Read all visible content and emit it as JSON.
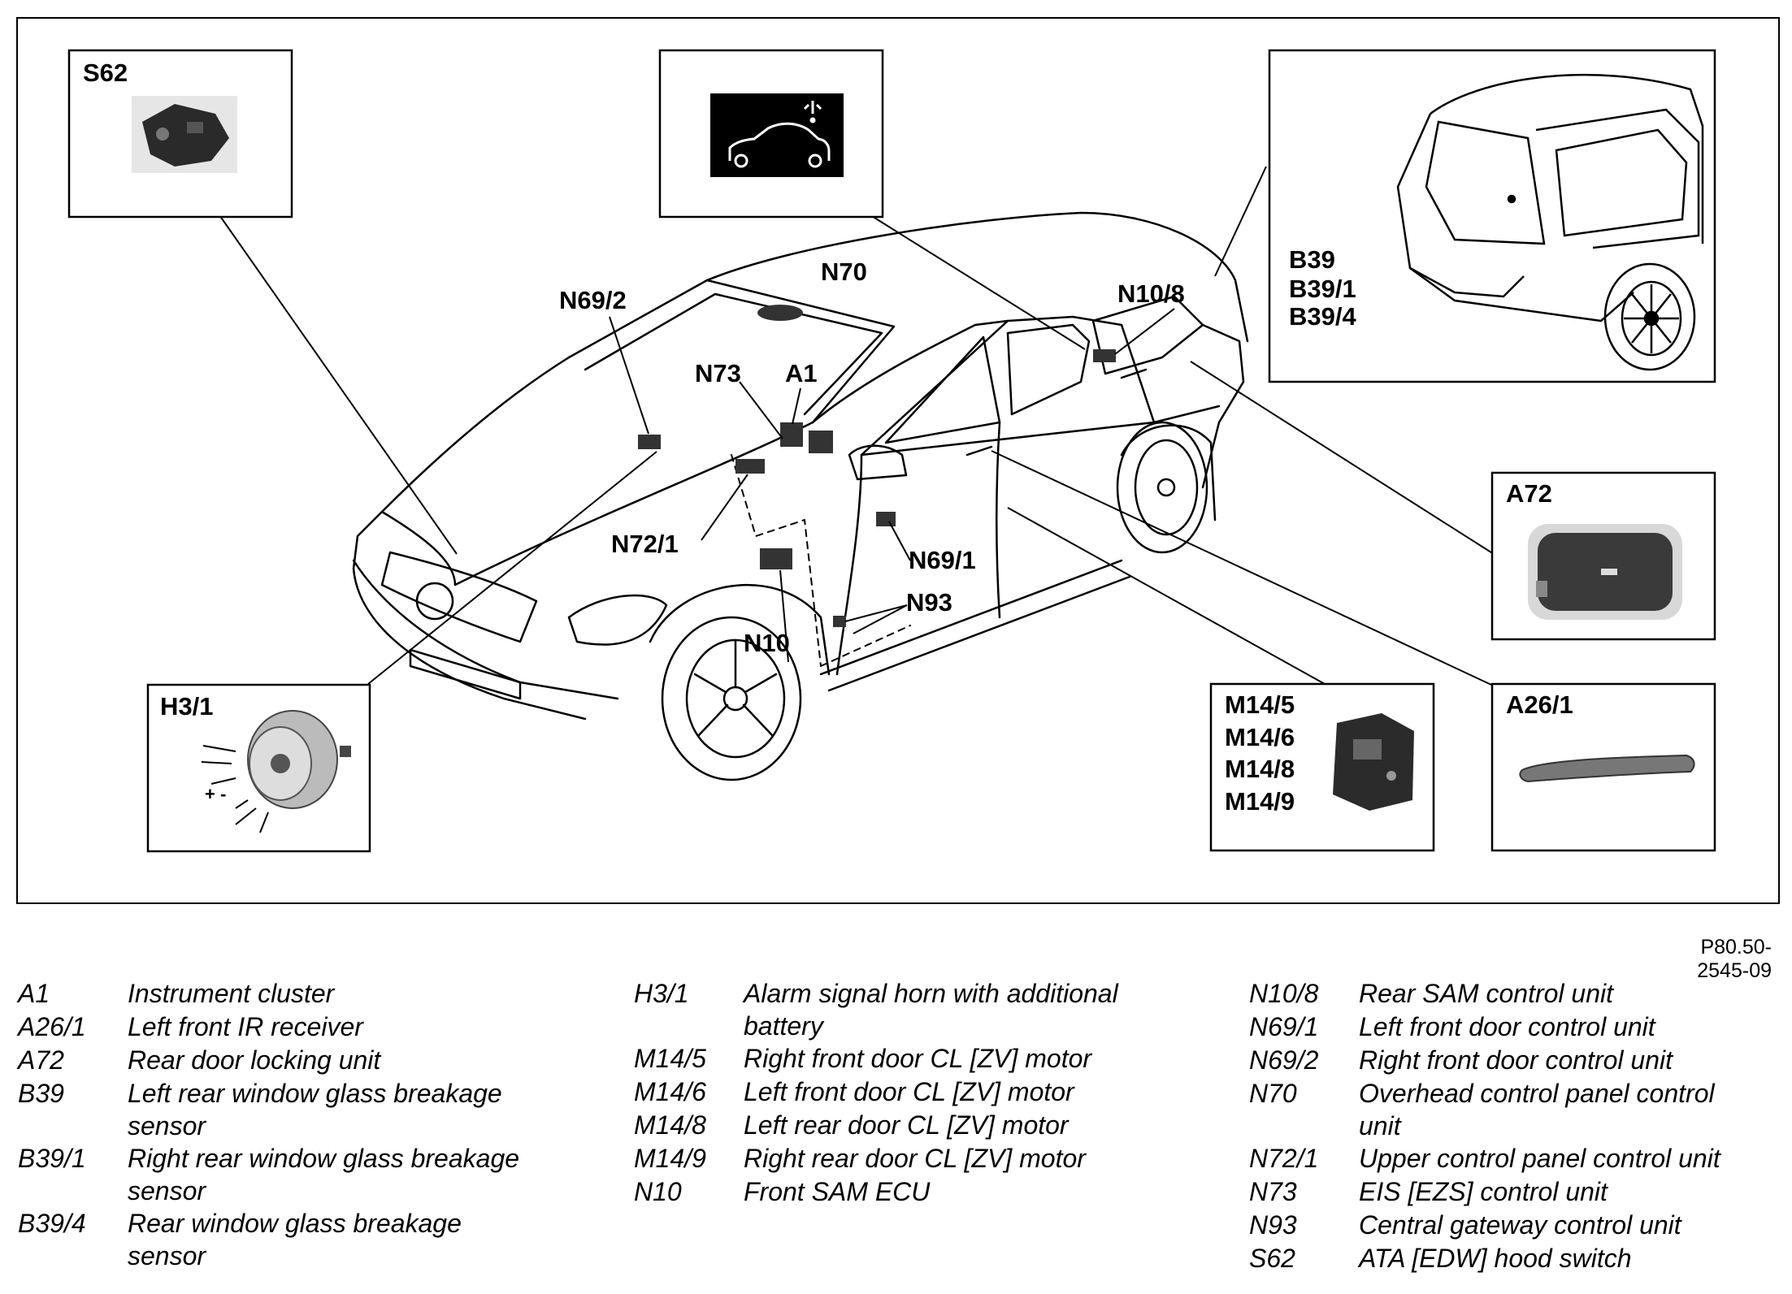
{
  "figure_ref": "P80.50-2545-09",
  "callouts": {
    "s62": "S62",
    "h3_1": "H3/1",
    "b39_group": [
      "B39",
      "B39/1",
      "B39/4"
    ],
    "a72": "A72",
    "a26_1": "A26/1",
    "m14_group": [
      "M14/5",
      "M14/6",
      "M14/8",
      "M14/9"
    ],
    "n70": "N70",
    "n69_2": "N69/2",
    "n73": "N73",
    "a1": "A1",
    "n10_8": "N10/8",
    "n72_1": "N72/1",
    "n69_1": "N69/1",
    "n93": "N93",
    "n10": "N10"
  },
  "legend": {
    "col1": [
      {
        "code": "A1",
        "desc": "Instrument cluster"
      },
      {
        "code": "A26/1",
        "desc": "Left front IR receiver"
      },
      {
        "code": "A72",
        "desc": "Rear door locking unit"
      },
      {
        "code": "B39",
        "desc": "Left rear window glass breakage",
        "desc2": "sensor"
      },
      {
        "code": "B39/1",
        "desc": "Right rear window glass breakage",
        "desc2": "sensor"
      },
      {
        "code": "B39/4",
        "desc": "Rear window glass breakage",
        "desc2": "sensor"
      }
    ],
    "col2": [
      {
        "code": "H3/1",
        "desc": "Alarm signal horn with additional",
        "desc2": "battery"
      },
      {
        "code": "M14/5",
        "desc": "Right front door CL [ZV] motor"
      },
      {
        "code": "M14/6",
        "desc": "Left front door CL [ZV] motor"
      },
      {
        "code": "M14/8",
        "desc": "Left rear door CL [ZV] motor"
      },
      {
        "code": "M14/9",
        "desc": "Right rear door CL [ZV] motor"
      },
      {
        "code": "N10",
        "desc": "Front SAM ECU"
      }
    ],
    "col3": [
      {
        "code": "N10/8",
        "desc": "Rear SAM control unit"
      },
      {
        "code": "N69/1",
        "desc": "Left front door control unit"
      },
      {
        "code": "N69/2",
        "desc": "Right front door control unit"
      },
      {
        "code": "N70",
        "desc": "Overhead control panel control",
        "desc2": "unit"
      },
      {
        "code": "N72/1",
        "desc": "Upper control panel control unit"
      },
      {
        "code": "N73",
        "desc": "EIS [EZS] control unit"
      },
      {
        "code": "N93",
        "desc": "Central gateway control unit"
      },
      {
        "code": "S62",
        "desc": "ATA [EDW] hood switch"
      }
    ]
  }
}
